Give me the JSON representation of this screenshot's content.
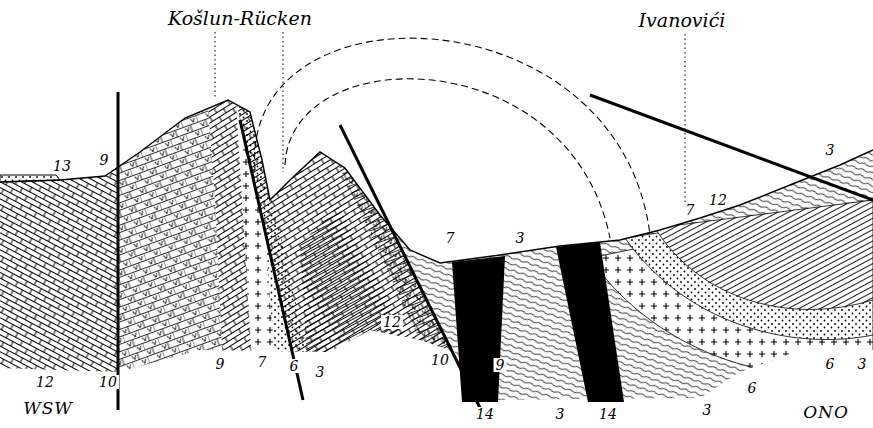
{
  "diagram": {
    "labels": [
      "Košlun-Rücken",
      "Ivanovići",
      "13",
      "9",
      "12",
      "10",
      "9",
      "7",
      "6",
      "3",
      "12",
      "10",
      "9",
      "7",
      "3",
      "14",
      "3",
      "14",
      "3",
      "6",
      "7",
      "12",
      "3",
      "6",
      "3",
      "WSW",
      "ONO"
    ]
  }
}
